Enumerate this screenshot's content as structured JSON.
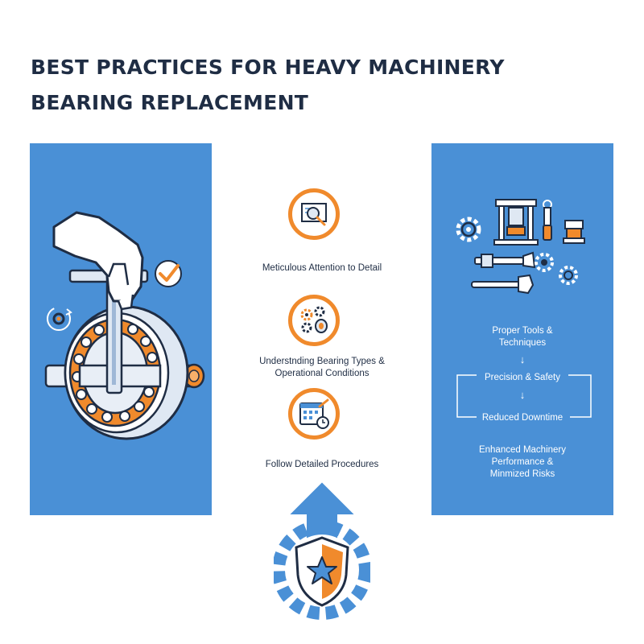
{
  "title": {
    "line1": "BEST PRACTICES FOR HEAVY MACHINERY",
    "line2": "BEARING REPLACEMENT"
  },
  "center": {
    "items": [
      {
        "label": "Meticulous Attention to Detail",
        "icon": "magnifier-blueprint-icon"
      },
      {
        "label_line1": "Understnding Bearing Types &",
        "label_line2": "Operational Conditions",
        "icon": "gears-bearing-icon"
      },
      {
        "label": "Follow Detailed Procedures",
        "icon": "calendar-wrench-icon"
      }
    ]
  },
  "right_panel": {
    "flow": {
      "step1_line1": "Proper Tools &",
      "step1_line2": "Techniques",
      "arrow1": "↓",
      "step2": "Precision & Safety",
      "arrow2": "↓",
      "step3": "Reduced Downtime",
      "outcome_line1": "Enhanced Machinery",
      "outcome_line2": "Performance &",
      "outcome_line3": "Minmized Risks"
    },
    "icons": [
      "gear-icon",
      "hydraulic-press-icon",
      "screwdriver-icon",
      "bearing-puller-icon",
      "wrench-icon",
      "gauge-icon"
    ]
  },
  "left_panel": {
    "icons": [
      "hand-icon",
      "caliper-icon",
      "checkmark-icon",
      "rotate-gear-icon",
      "bearing-icon",
      "shaft-icon"
    ]
  },
  "bottom": {
    "icons": [
      "up-arrow-icon",
      "gear-shield-star-icon"
    ]
  },
  "colors": {
    "panel_blue": "#4a90d6",
    "accent_orange": "#f08a2c",
    "dark_navy": "#1f2d44",
    "white": "#ffffff"
  }
}
